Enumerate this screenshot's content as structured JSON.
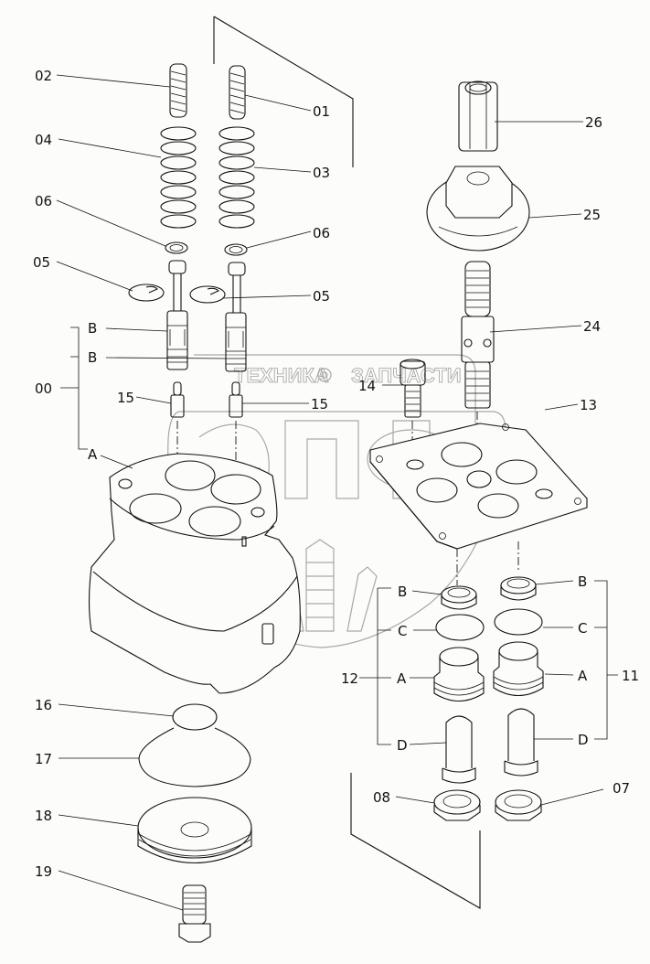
{
  "diagram": {
    "type": "exploded parts diagram",
    "watermark": {
      "left_text": "ТЕХНИКА",
      "right_text": "ЗАПЧАСТИ",
      "logo_letters": "ЭПФ"
    },
    "labels": {
      "p01": "01",
      "p02": "02",
      "p03": "03",
      "p04": "04",
      "p05_left": "05",
      "p05_right": "05",
      "p06_left": "06",
      "p06_right": "06",
      "p00": "00",
      "p00_b1": "B",
      "p00_b2": "B",
      "p00_a": "A",
      "p15_left": "15",
      "p15_right": "15",
      "p14": "14",
      "p13": "13",
      "p24": "24",
      "p25": "25",
      "p26": "26",
      "p12": "12",
      "p12_b": "B",
      "p12_c": "C",
      "p12_a": "A",
      "p12_d": "D",
      "p11": "11",
      "p11_b": "B",
      "p11_c": "C",
      "p11_a": "A",
      "p11_d": "D",
      "p08": "08",
      "p07": "07",
      "p16": "16",
      "p17": "17",
      "p18": "18",
      "p19": "19"
    }
  }
}
